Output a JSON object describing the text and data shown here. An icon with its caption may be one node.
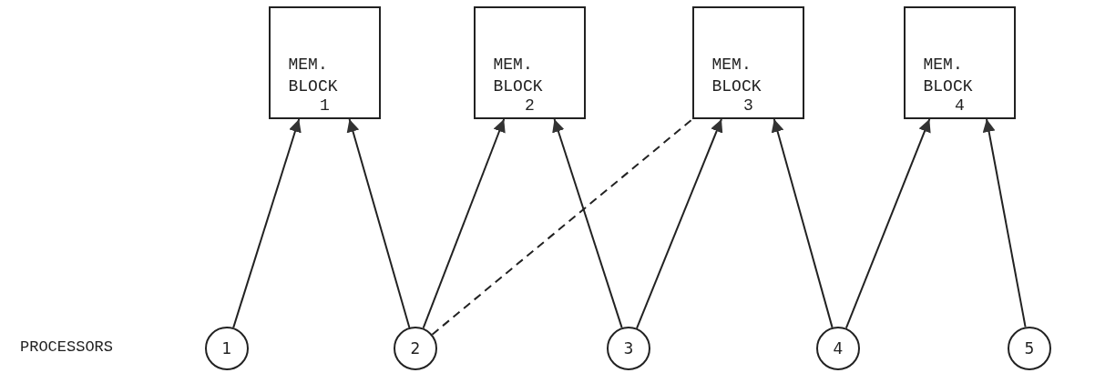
{
  "diagram": {
    "nodes": [
      {
        "text": [
          "MEM. BLOCK",
          "1"
        ]
      },
      {
        "text": [
          "MEM. BLOCK",
          "2"
        ]
      },
      {
        "text": [
          "MEM. BLOCK",
          "3"
        ]
      },
      {
        "text": [
          "MEM. BLOCK",
          "4"
        ]
      },
      {
        "text": [
          "1"
        ]
      },
      {
        "text": [
          "2"
        ]
      },
      {
        "text": [
          "3"
        ]
      },
      {
        "text": [
          "4"
        ]
      },
      {
        "text": [
          "5"
        ]
      }
    ],
    "edges": [
      {
        "from": 4,
        "to": 0,
        "arrow": "to"
      },
      {
        "from": 5,
        "to": 0,
        "arrow": "to"
      },
      {
        "from": 5,
        "to": 1,
        "arrow": "to"
      },
      {
        "from": 5,
        "to": 2,
        "arrow": "none",
        "style": "dashed"
      },
      {
        "from": 6,
        "to": 1,
        "arrow": "to"
      },
      {
        "from": 6,
        "to": 2,
        "arrow": "to"
      },
      {
        "from": 7,
        "to": 2,
        "arrow": "to"
      },
      {
        "from": 7,
        "to": 3,
        "arrow": "to"
      },
      {
        "from": 8,
        "to": 3,
        "arrow": "to"
      }
    ],
    "labels": [
      "PROCESSORS"
    ]
  }
}
